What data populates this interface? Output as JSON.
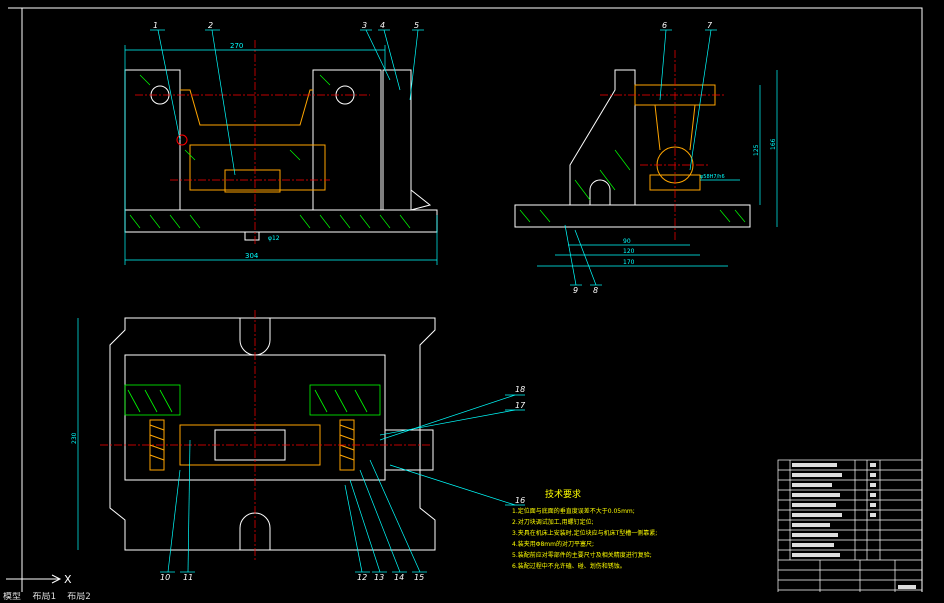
{
  "drawing": {
    "title_tech": "技术要求",
    "requirements": [
      "1.定位面与底面的垂直度误差不大于0.05mm;",
      "2.对刀块调试加工,用螺钉定位;",
      "3.夹具在机床上安装时,定位块应与机床T型槽一侧靠紧;",
      "4.装夹用Φ8mm的对刀平塞尺;",
      "5.装配前应对零部件的主要尺寸及相关精度进行复验;",
      "6.装配过程中不允许磕、碰、划伤和锈蚀。"
    ],
    "balloons": {
      "front": [
        "1",
        "2",
        "3",
        "4",
        "5"
      ],
      "side_top": [
        "6",
        "7"
      ],
      "side_bottom": [
        "9",
        "8"
      ],
      "plan_right": [
        "18",
        "17",
        "16"
      ],
      "plan_bottom": [
        "10",
        "11",
        "12",
        "13",
        "14",
        "15"
      ]
    },
    "dims": {
      "front_top": "270",
      "front_bottom": "304",
      "front_hole": "φ12",
      "side_w1": "90",
      "side_w2": "120",
      "side_w3": "170",
      "side_h1": "125",
      "side_h2": "166",
      "side_fit": "φ58H7/h6",
      "plan_h": "230"
    },
    "colors": {
      "bg": "#000000",
      "outline": "#ffffff",
      "center": "#ff0000",
      "hatch": "#00ff00",
      "part": "#ffa500",
      "dim": "#00ffff",
      "balloon": "#ffff00"
    }
  },
  "ucs": {
    "x_label": "X"
  },
  "cmdline": {
    "tabs": [
      "模型",
      "布局1",
      "布局2"
    ]
  }
}
